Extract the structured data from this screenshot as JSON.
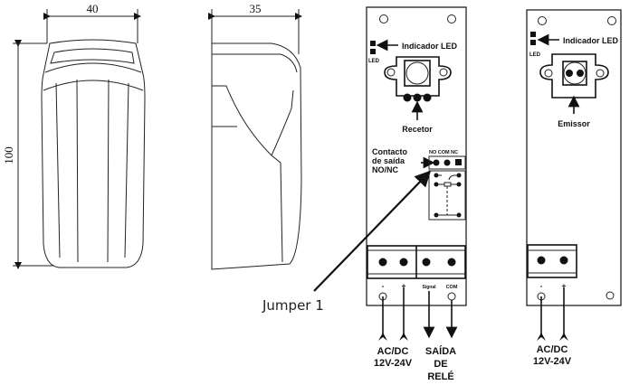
{
  "dimensions": {
    "width": "40",
    "depth": "35",
    "height": "100"
  },
  "receiver_board": {
    "led_indicator": "Indicador LED",
    "led_label": "LED",
    "sensor_label": "Recetor",
    "contact_label_lines": [
      "Contacto",
      "de saída",
      "NO/NC"
    ],
    "relay_pins": "NO COM NC",
    "terminal_labels": [
      "-",
      "+",
      "Signal",
      "COM"
    ],
    "power_label_lines": [
      "AC/DC",
      "12V-24V"
    ],
    "relay_output_lines": [
      "SAÍDA",
      "DE",
      "RELÉ"
    ]
  },
  "jumper_label": "Jumper  1",
  "emitter_board": {
    "led_indicator": "Indicador LED",
    "led_label": "LED",
    "sensor_label": "Emissor",
    "terminal_labels": [
      "-",
      "+"
    ],
    "power_label_lines": [
      "AC/DC",
      "12V-24V"
    ]
  }
}
